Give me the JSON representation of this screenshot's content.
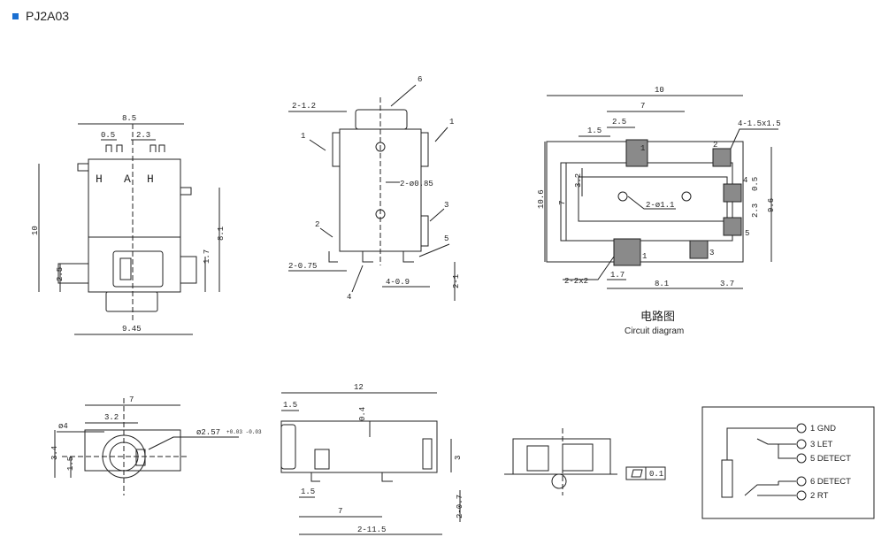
{
  "title": "PJ2A03",
  "colors": {
    "accent": "#1a6fd1",
    "line": "#222222",
    "pad": "#8a8a8a"
  },
  "front_view": {
    "dims": {
      "width": "8.5",
      "left": "0.5",
      "pitch": "2.3",
      "height": "10",
      "right_h": "8.1",
      "small_h": "1.7",
      "left_h": "2.5",
      "bottom": "9.45"
    },
    "marks": [
      "H",
      "A",
      "H"
    ]
  },
  "side_view": {
    "dims": {
      "tab": "2-1.2",
      "hole": "2-ø0.85",
      "bottom_left": "2-0.75",
      "bottom_right": "4-0.9",
      "right_v": "2-1"
    },
    "callouts": [
      "6",
      "1",
      "1",
      "2",
      "3",
      "5",
      "4"
    ]
  },
  "pcb_layout": {
    "dims": {
      "total_w": "10",
      "inner_w": "7",
      "left_off": "2.5",
      "edge": "1.5",
      "pad_size": "4-1.5x1.5",
      "pad_gap": "0.5",
      "height": "10.6",
      "inner_h": "7",
      "hole_off": "3.2",
      "holes": "2-ø1.1",
      "pad_pitch": "2.3",
      "right_h": "9.6",
      "bottom_pad": "2-2x2",
      "bottom_off": "1.7",
      "bottom_w": "8.1",
      "bottom_r": "3.7"
    },
    "pad_numbers": [
      "1",
      "2",
      "4",
      "5",
      "1",
      "3"
    ],
    "caption_cn": "电路图",
    "caption_en": "Circuit diagram"
  },
  "bottom_front": {
    "dims": {
      "width": "7",
      "dia": "ø4",
      "off": "3.2",
      "pin": "ø2.57",
      "tol": "+0.03 -0.03",
      "h": "3.4",
      "low": "1.5"
    }
  },
  "bottom_side": {
    "dims": {
      "length": "12",
      "left": "1.5",
      "top_off": "0.4",
      "height": "3",
      "inner": "1.5",
      "mid": "7",
      "right_v": "2-0.7",
      "bottom": "2-11.5"
    }
  },
  "bottom_profile": {
    "flatness": "0.1"
  },
  "schematic": {
    "pins": [
      "1 GND",
      "3 LET",
      "5 DETECT",
      "6 DETECT",
      "2 RT"
    ]
  }
}
